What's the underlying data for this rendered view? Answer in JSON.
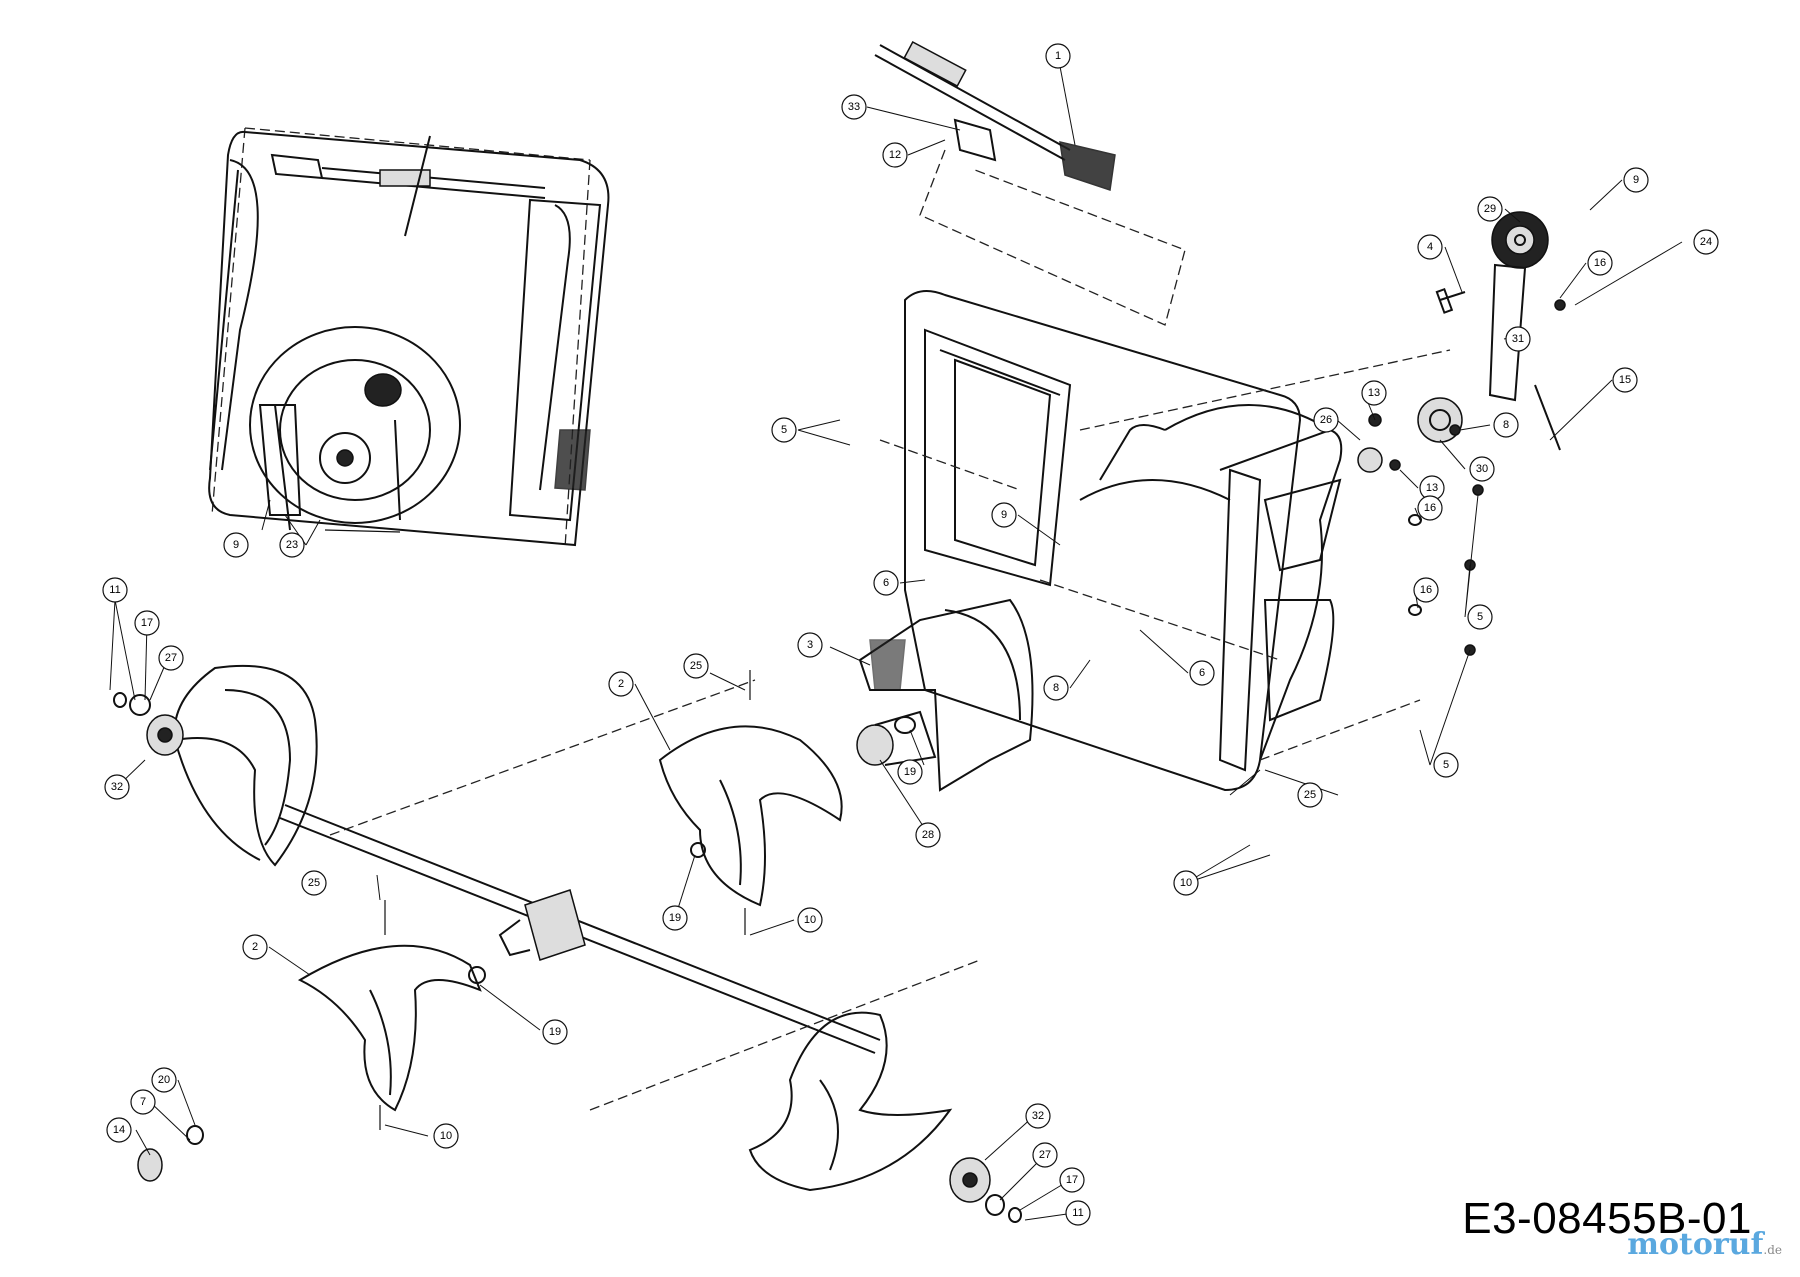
{
  "drawing_number": "E3-08455B-01",
  "watermark": {
    "text": "motoruf",
    "suffix": ".de"
  },
  "callouts": [
    {
      "id": "c-1",
      "label": "1"
    },
    {
      "id": "c-33",
      "label": "33"
    },
    {
      "id": "c-12",
      "label": "12"
    },
    {
      "id": "c-9a",
      "label": "9"
    },
    {
      "id": "c-29",
      "label": "29"
    },
    {
      "id": "c-4",
      "label": "4"
    },
    {
      "id": "c-16a",
      "label": "16"
    },
    {
      "id": "c-24",
      "label": "24"
    },
    {
      "id": "c-31",
      "label": "31"
    },
    {
      "id": "c-15",
      "label": "15"
    },
    {
      "id": "c-13a",
      "label": "13"
    },
    {
      "id": "c-26",
      "label": "26"
    },
    {
      "id": "c-8a",
      "label": "8"
    },
    {
      "id": "c-30",
      "label": "30"
    },
    {
      "id": "c-13b",
      "label": "13"
    },
    {
      "id": "c-16b",
      "label": "16"
    },
    {
      "id": "c-16c",
      "label": "16"
    },
    {
      "id": "c-5a",
      "label": "5"
    },
    {
      "id": "c-5b",
      "label": "5"
    },
    {
      "id": "c-5c",
      "label": "5"
    },
    {
      "id": "c-9b",
      "label": "9"
    },
    {
      "id": "c-9c",
      "label": "9"
    },
    {
      "id": "c-23",
      "label": "23"
    },
    {
      "id": "c-6a",
      "label": "6"
    },
    {
      "id": "c-6b",
      "label": "6"
    },
    {
      "id": "c-3",
      "label": "3"
    },
    {
      "id": "c-8b",
      "label": "8"
    },
    {
      "id": "c-25a",
      "label": "25"
    },
    {
      "id": "c-2a",
      "label": "2"
    },
    {
      "id": "c-19a",
      "label": "19"
    },
    {
      "id": "c-28",
      "label": "28"
    },
    {
      "id": "c-11a",
      "label": "11"
    },
    {
      "id": "c-17a",
      "label": "17"
    },
    {
      "id": "c-27a",
      "label": "27"
    },
    {
      "id": "c-32a",
      "label": "32"
    },
    {
      "id": "c-25b",
      "label": "25"
    },
    {
      "id": "c-10a",
      "label": "10"
    },
    {
      "id": "c-25c",
      "label": "25"
    },
    {
      "id": "c-19b",
      "label": "19"
    },
    {
      "id": "c-10b",
      "label": "10"
    },
    {
      "id": "c-2b",
      "label": "2"
    },
    {
      "id": "c-19c",
      "label": "19"
    },
    {
      "id": "c-20",
      "label": "20"
    },
    {
      "id": "c-7",
      "label": "7"
    },
    {
      "id": "c-14",
      "label": "14"
    },
    {
      "id": "c-10c",
      "label": "10"
    },
    {
      "id": "c-32b",
      "label": "32"
    },
    {
      "id": "c-27b",
      "label": "27"
    },
    {
      "id": "c-17b",
      "label": "17"
    },
    {
      "id": "c-11b",
      "label": "11"
    }
  ]
}
